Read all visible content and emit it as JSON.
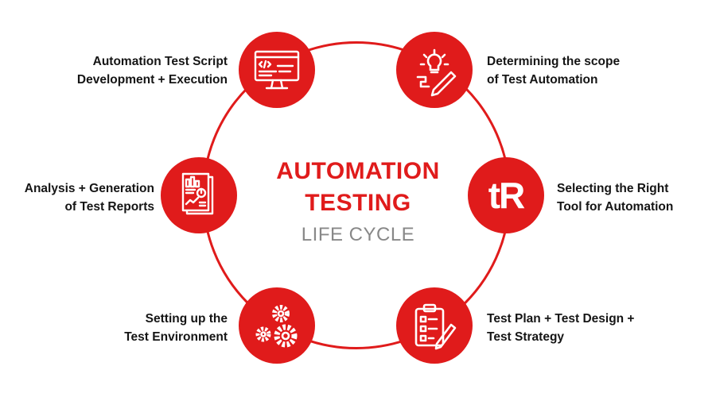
{
  "center": {
    "line1": "AUTOMATION",
    "line2": "TESTING",
    "line3": "LIFE CYCLE"
  },
  "steps": [
    {
      "line1": "Determining the scope",
      "line2": "of Test Automation",
      "icon": "lightbulb-pencil-icon"
    },
    {
      "line1": "Selecting the Right",
      "line2": "Tool for Automation",
      "icon": "tr-logo-icon",
      "logo_text": "tR"
    },
    {
      "line1": "Test Plan + Test Design +",
      "line2": "Test Strategy",
      "icon": "clipboard-checklist-icon"
    },
    {
      "line1": "Setting up the",
      "line2": "Test Environment",
      "icon": "gears-icon"
    },
    {
      "line1": "Analysis + Generation",
      "line2": "of Test Reports",
      "icon": "report-documents-icon"
    },
    {
      "line1": "Automation Test Script",
      "line2": "Development + Execution",
      "icon": "monitor-code-icon"
    }
  ],
  "colors": {
    "accent": "#e01b1b",
    "subtitle": "#888888",
    "text": "#151515"
  }
}
